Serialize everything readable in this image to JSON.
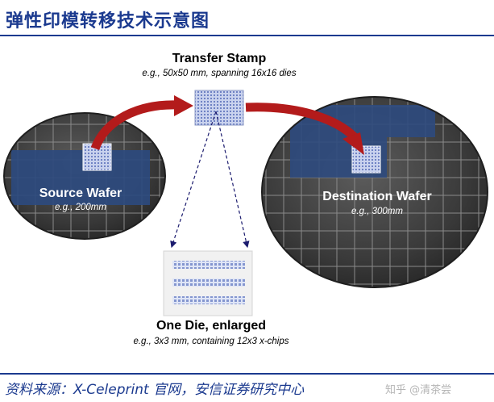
{
  "header": {
    "title": "弹性印模转移技术示意图"
  },
  "diagram": {
    "transfer_stamp": {
      "title": "Transfer Stamp",
      "subtitle": "e.g., 50x50 mm, spanning 16x16 dies"
    },
    "source_wafer": {
      "title": "Source Wafer",
      "subtitle": "e.g., 200mm"
    },
    "destination_wafer": {
      "title": "Destination Wafer",
      "subtitle": "e.g., 300mm"
    },
    "one_die": {
      "title": "One Die, enlarged",
      "subtitle": "e.g., 3x3 mm, containing 12x3 x-chips"
    }
  },
  "footer": {
    "source": "资料来源：X-Celeprint 官网，安信证券研究中心",
    "watermark": "知乎 @清茶尝"
  },
  "colors": {
    "title_blue": "#1b3a8f",
    "wafer_dark": "#3c3c3c",
    "die_blue": "#2d4a7e",
    "arrow_red": "#b31b1b",
    "stamp_blue": "#9aaad8"
  }
}
